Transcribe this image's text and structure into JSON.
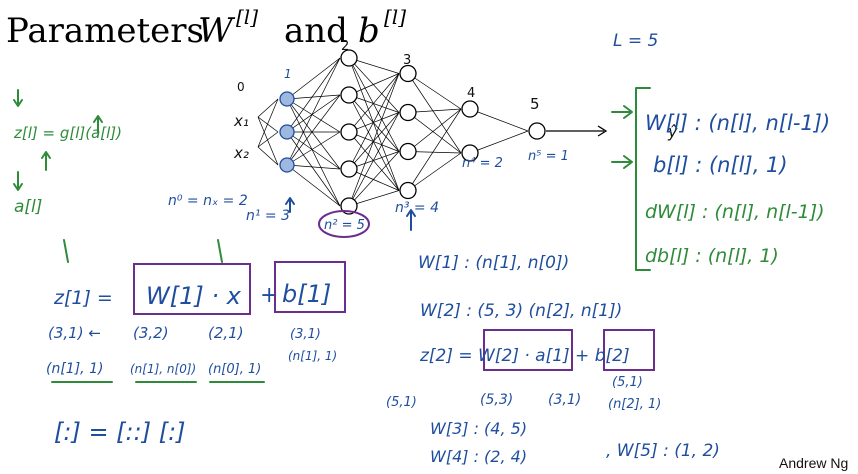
{
  "title": {
    "text": "Parameters",
    "w": "W",
    "w_sup": "[l]",
    "and": "and",
    "b": "b",
    "b_sup": "[l]"
  },
  "network": {
    "input_labels": [
      "x₁",
      "x₂"
    ],
    "output_label": "ŷ",
    "layer_indices": [
      "0",
      "1",
      "2",
      "3",
      "4",
      "5"
    ],
    "layer_sizes": [
      2,
      3,
      5,
      4,
      2,
      1
    ]
  },
  "annotations": {
    "L": "L = 5",
    "n0": "n⁰ = nₓ = 2",
    "n1": "n¹ = 3",
    "n2": "n² = 5",
    "n3": "n³ = 4",
    "n4": "n⁴ = 2",
    "n5": "n⁵ = 1",
    "zl": "z[l] = g[l](a[l])",
    "al": "a[l]",
    "eq_main_z": "z[1] =",
    "eq_main_w": "W[1] · x",
    "eq_main_b": "b[1]",
    "dims_row1": [
      "(3,1) ←",
      "(3,2)",
      "(2,1)",
      "(3,1)"
    ],
    "dims_row2": [
      "(n[1], 1)",
      "(n[1], n[0])",
      "(n[0], 1)",
      "(n[1], 1)"
    ],
    "matrix_note": "[:] = [::] [:]",
    "w1_dim": "W[1] : (n[1], n[0])",
    "w2_dim": "W[2] : (5, 3)   (n[2], n[1])",
    "eq2": "z[2] =   W[2] · a[1]  + b[2]",
    "eq2_dims": [
      "(5,1)",
      "(5,3)",
      "(3,1)",
      "(5,1)"
    ],
    "eq2_dims_n": "(n[2], 1)",
    "w3_dim": "W[3] : (4, 5)",
    "w4_dim": "W[4] : (2, 4)",
    "w5_dim": ", W[5] : (1, 2)",
    "general_w": "W[l] : (n[l], n[l-1])",
    "general_b": "b[l] : (n[l], 1)",
    "general_dw": "dW[l] : (n[l], n[l-1])",
    "general_db": "db[l] : (n[l], 1)"
  },
  "author": "Andrew Ng"
}
